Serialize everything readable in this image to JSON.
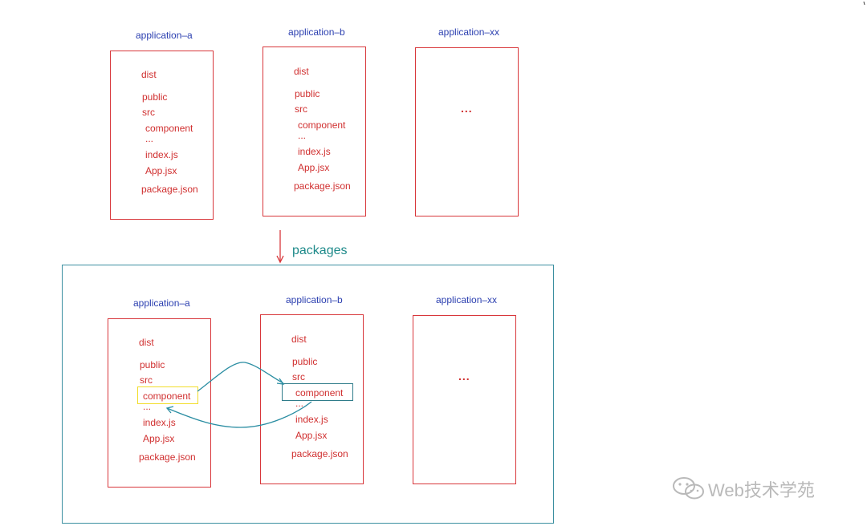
{
  "top": {
    "columns": [
      {
        "title": "application–a",
        "files": [
          "dist",
          "public",
          "src",
          "component",
          "...",
          "index.js",
          "App.jsx",
          "package.json"
        ]
      },
      {
        "title": "application–b",
        "files": [
          "dist",
          "public",
          "src",
          "component",
          "...",
          "index.js",
          "App.jsx",
          "package.json"
        ]
      },
      {
        "title": "application–xx",
        "placeholder": "..."
      }
    ]
  },
  "packages_label": "packages",
  "bottom": {
    "columns": [
      {
        "title": "application–a",
        "files": [
          "dist",
          "public",
          "src",
          "component",
          "...",
          "index.js",
          "App.jsx",
          "package.json"
        ]
      },
      {
        "title": "application–b",
        "files": [
          "dist",
          "public",
          "src",
          "component",
          "...",
          "index.js",
          "App.jsx",
          "package.json"
        ]
      },
      {
        "title": "application–xx",
        "placeholder": "..."
      }
    ]
  },
  "watermark": "Web技术学苑",
  "colors": {
    "red": "#d8373b",
    "blue_title": "#2b3fb0",
    "teal": "#1e8a8a",
    "yellow": "#f2de2a"
  }
}
